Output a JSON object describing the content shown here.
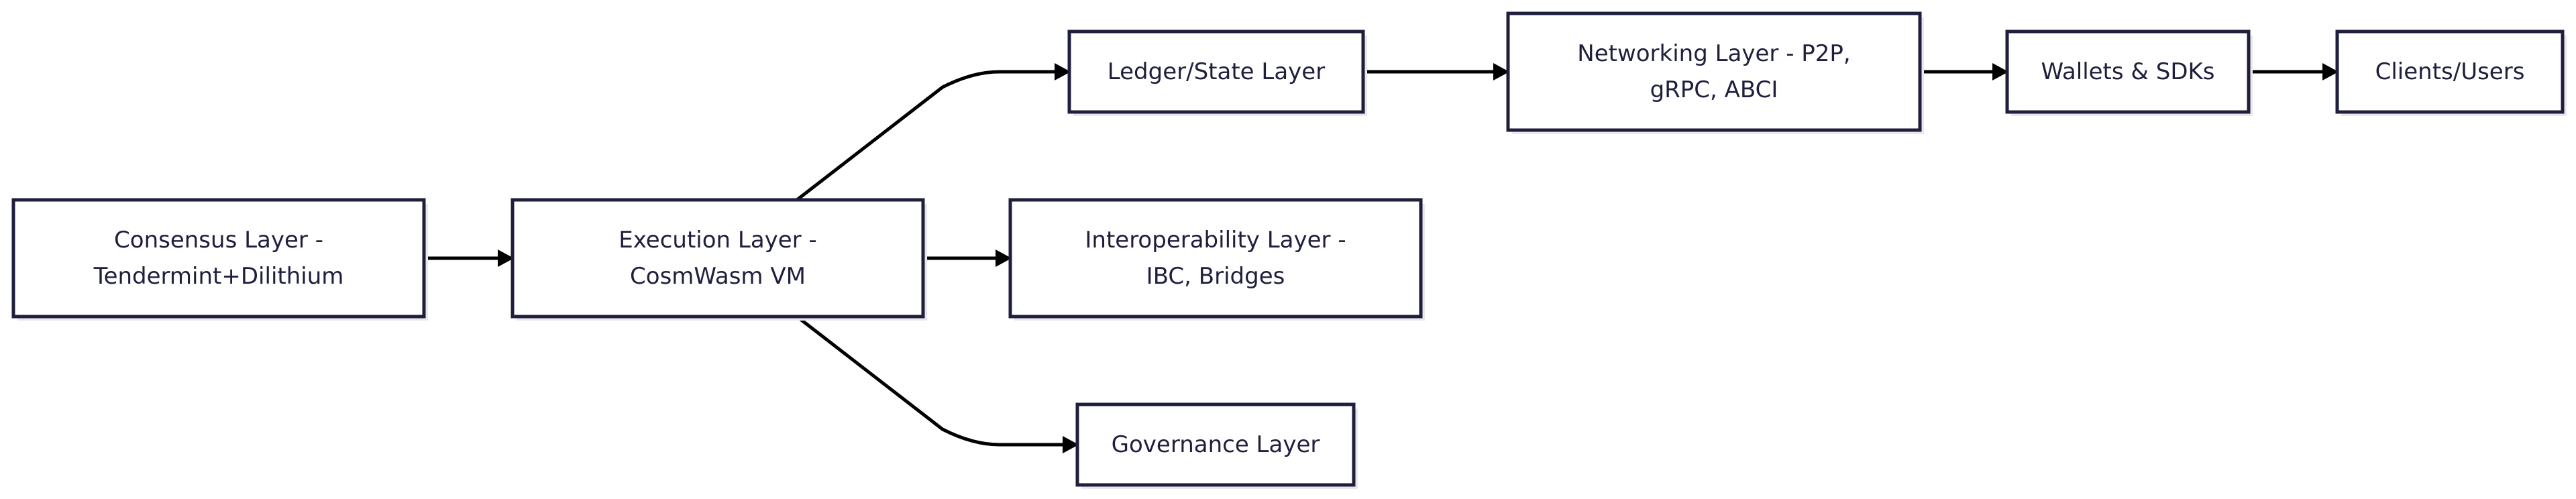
{
  "diagram": {
    "background": "#ffffff",
    "node_border_color": "#1f1f3d",
    "edge_color": "#000000",
    "nodes": {
      "consensus": {
        "lines": [
          "Consensus Layer -",
          "Tendermint+Dilithium"
        ]
      },
      "execution": {
        "lines": [
          "Execution Layer -",
          "CosmWasm VM"
        ]
      },
      "ledger": {
        "lines": [
          "Ledger/State Layer"
        ]
      },
      "interop": {
        "lines": [
          "Interoperability Layer -",
          "IBC, Bridges"
        ]
      },
      "governance": {
        "lines": [
          "Governance Layer"
        ]
      },
      "networking": {
        "lines": [
          "Networking Layer - P2P,",
          "gRPC, ABCI"
        ]
      },
      "wallets": {
        "lines": [
          "Wallets & SDKs"
        ]
      },
      "clients": {
        "lines": [
          "Clients/Users"
        ]
      }
    },
    "edges": [
      {
        "from": "consensus",
        "to": "execution"
      },
      {
        "from": "execution",
        "to": "ledger"
      },
      {
        "from": "execution",
        "to": "interop"
      },
      {
        "from": "execution",
        "to": "governance"
      },
      {
        "from": "ledger",
        "to": "networking"
      },
      {
        "from": "networking",
        "to": "wallets"
      },
      {
        "from": "wallets",
        "to": "clients"
      }
    ]
  }
}
